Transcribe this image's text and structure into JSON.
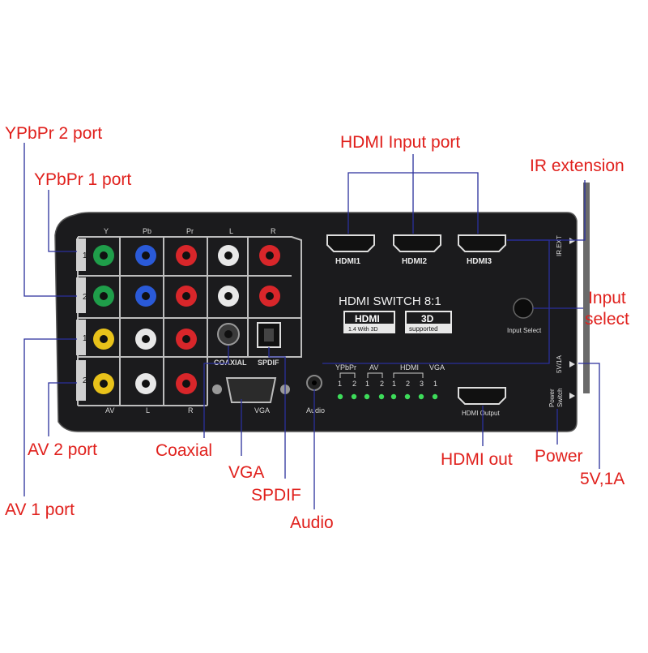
{
  "callouts": {
    "ypbpr2": "YPbPr 2 port",
    "ypbpr1": "YPbPr 1 port",
    "hdmi_input": "HDMI Input port",
    "ir_extension": "IR extension",
    "input_select_1": "Input",
    "input_select_2": "select",
    "av2": "AV 2 port",
    "av1": "AV 1 port",
    "coaxial": "Coaxial",
    "vga": "VGA",
    "spdif": "SPDIF",
    "audio": "Audio",
    "hdmi_out": "HDMI out",
    "power": "Power",
    "power_spec": "5V,1A"
  },
  "panel": {
    "col_y": "Y",
    "col_pb": "Pb",
    "col_pr": "Pr",
    "col_l": "L",
    "col_r": "R",
    "row1": "1",
    "row2": "2",
    "row3": "1",
    "row4": "2",
    "bottom_av": "AV",
    "bottom_l": "L",
    "bottom_r": "R",
    "coaxial": "COAXIAL",
    "spdif": "SPDIF",
    "vga": "VGA",
    "audio": "Audio",
    "hdmi1": "HDMI1",
    "hdmi2": "HDMI2",
    "hdmi3": "HDMI3",
    "title": "HDMI SWITCH 8:1",
    "badge_hdmi": "HDMI",
    "badge_hdmi_sub": "1.4 With 3D",
    "badge_3d": "3D",
    "badge_3d_sub": "supported",
    "input_select": "Input Select",
    "ir_ext": "IR.EXT",
    "power_5v": "5V/1A",
    "power_switch_1": "Power",
    "power_switch_2": "Switch",
    "hdmi_output": "HDMI Output",
    "led_group_ypbpr": "YPbPr",
    "led_group_av": "AV",
    "led_group_hdmi": "HDMI",
    "led_group_vga": "VGA",
    "led_nums": [
      "1",
      "2",
      "1",
      "2",
      "1",
      "2",
      "3",
      "1"
    ]
  },
  "colors": {
    "callout_red": "#e0201c",
    "callout_line_blue": "#2a2f9c",
    "panel_body": "#1b1b1d",
    "led_green": "#3ddc5a",
    "jack_green": "#1f9e4a",
    "jack_blue": "#2a5ad8",
    "jack_red": "#d8262a",
    "jack_white": "#e8e8e8",
    "jack_yellow": "#e8c21a"
  }
}
